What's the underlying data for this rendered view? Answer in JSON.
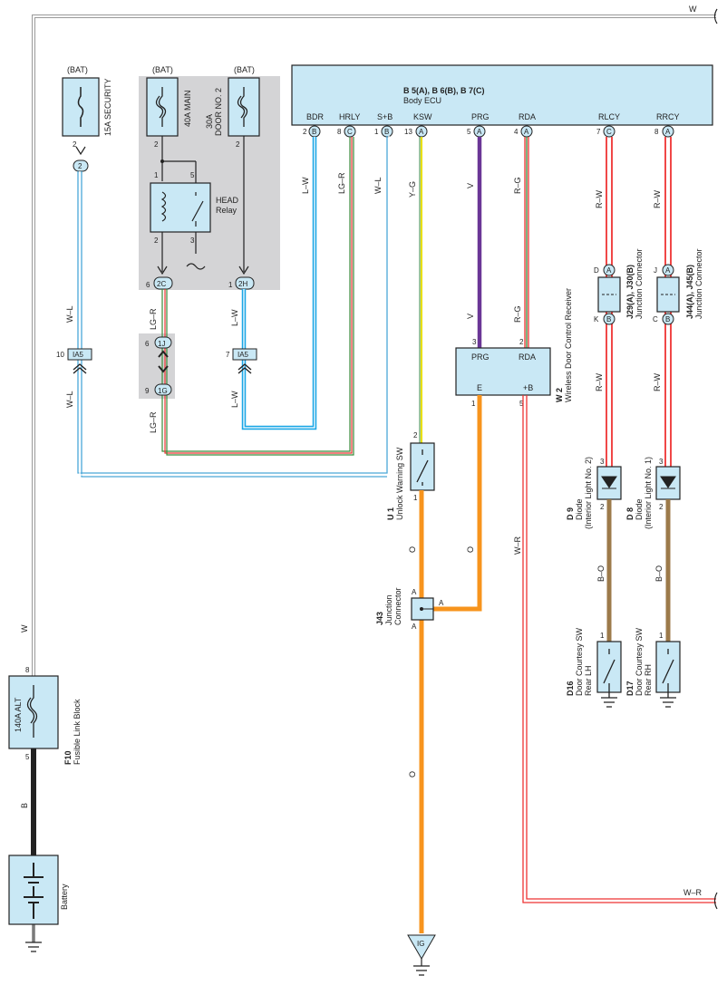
{
  "ecu": {
    "codes": "B 5(A), B 6(B), B 7(C)",
    "name": "Body ECU",
    "pins": [
      {
        "label": "BDR",
        "num": "2",
        "conn": "B"
      },
      {
        "label": "HRLY",
        "num": "8",
        "conn": "C"
      },
      {
        "label": "S+B",
        "num": "1",
        "conn": "B"
      },
      {
        "label": "KSW",
        "num": "13",
        "conn": "A"
      },
      {
        "label": "PRG",
        "num": "5",
        "conn": "A"
      },
      {
        "label": "RDA",
        "num": "4",
        "conn": "A"
      },
      {
        "label": "RLCY",
        "num": "7",
        "conn": "C"
      },
      {
        "label": "RRCY",
        "num": "8",
        "conn": "A"
      }
    ]
  },
  "fuses": {
    "security": {
      "source": "(BAT)",
      "name": "15A SECURITY",
      "pin": "2",
      "conn": "2"
    },
    "main": {
      "source": "(BAT)",
      "name": "40A MAIN",
      "pin": "2"
    },
    "door2": {
      "source": "(BAT)",
      "line1": "30A",
      "line2": "DOOR NO. 2",
      "pin": "2"
    }
  },
  "relay": {
    "name1": "HEAD",
    "name2": "Relay",
    "pin1": "1",
    "pin5": "5",
    "pin2": "2",
    "pin3": "3"
  },
  "connectors": {
    "c2C": {
      "num": "6",
      "id": "2C"
    },
    "c2H": {
      "num": "1",
      "id": "2H"
    },
    "c1J": {
      "num": "6",
      "id": "1J"
    },
    "c1G": {
      "num": "9",
      "id": "1G"
    },
    "ia5a": {
      "num": "10",
      "id": "IA5"
    },
    "ia5b": {
      "num": "7",
      "id": "IA5"
    }
  },
  "wires": {
    "W": "W",
    "L_W": "L–W",
    "LG_R": "LG–R",
    "W_L": "W–L",
    "Y_G": "Y–G",
    "V": "V",
    "R_G": "R–G",
    "R_W": "R–W",
    "O": "O",
    "W_R": "W–R",
    "B_O": "B–O",
    "B": "B"
  },
  "receiver": {
    "code": "W 2",
    "name": "Wireless Door Control Receiver",
    "prg": "PRG",
    "rda": "RDA",
    "e": "E",
    "b": "+B",
    "p3": "3",
    "p2": "2",
    "p1": "1",
    "p5": "5"
  },
  "unlock_sw": {
    "code": "U 1",
    "name": "Unlock Warning SW",
    "p2": "2",
    "p1": "1"
  },
  "j43": {
    "code": "J43",
    "line1": "Junction",
    "line2": "Connector",
    "a": "A"
  },
  "j29": {
    "code": "J29(A), J30(B)",
    "name": "Junction Connector",
    "top": "D",
    "bot": "K",
    "ta": "A",
    "tb": "B"
  },
  "j44": {
    "code": "J44(A), J45(B)",
    "name": "Junction Connector",
    "top": "J",
    "bot": "C",
    "ta": "A",
    "tb": "B"
  },
  "d9": {
    "code": "D 9",
    "name": "Diode",
    "sub": "(Interior Light No. 2)",
    "p3": "3",
    "p2": "2"
  },
  "d8": {
    "code": "D 8",
    "name": "Diode",
    "sub": "(Interior Light No. 1)",
    "p3": "3",
    "p2": "2"
  },
  "d16": {
    "code": "D16",
    "line1": "Door Courtesy SW",
    "line2": "Rear LH",
    "p1": "1"
  },
  "d17": {
    "code": "D17",
    "line1": "Door Courtesy SW",
    "line2": "Rear RH",
    "p1": "1"
  },
  "fusible": {
    "rating": "140A ALT",
    "code": "F10",
    "name": "Fusible Link Block",
    "p8": "8",
    "p5": "5"
  },
  "battery": {
    "name": "Battery"
  },
  "ig": {
    "label": "IG"
  }
}
